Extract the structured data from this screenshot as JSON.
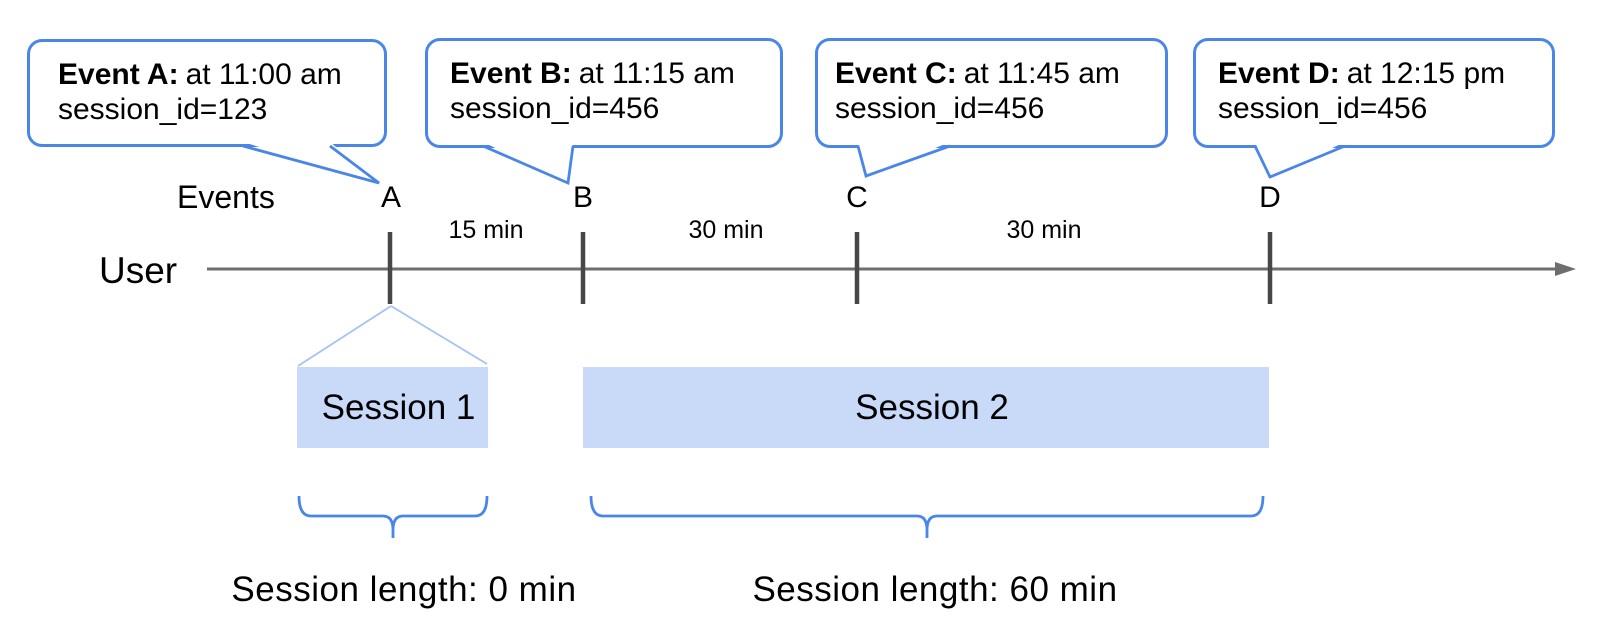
{
  "colors": {
    "accent_blue": "#4a86e8",
    "session_fill": "#c9daf8",
    "funnel_line": "#a4c2f4",
    "timeline_gray": "#6e6e6e",
    "tick_gray": "#474747",
    "text_black": "#000000"
  },
  "events": [
    {
      "letter": "A",
      "name": "Event A:",
      "time": "at 11:00 am",
      "session": "session_id=123"
    },
    {
      "letter": "B",
      "name": "Event B:",
      "time": "at 11:15 am",
      "session": "session_id=456"
    },
    {
      "letter": "C",
      "name": "Event C:",
      "time": "at 11:45 am",
      "session": "session_id=456"
    },
    {
      "letter": "D",
      "name": "Event D:",
      "time": "at 12:15 pm",
      "session": "session_id=456"
    }
  ],
  "timeline": {
    "user_label": "User",
    "events_label": "Events",
    "intervals": [
      "15 min",
      "30 min",
      "30 min"
    ]
  },
  "sessions": [
    {
      "label": "Session 1",
      "length_label": "Session length: 0 min"
    },
    {
      "label": "Session 2",
      "length_label": "Session length: 60 min"
    }
  ]
}
